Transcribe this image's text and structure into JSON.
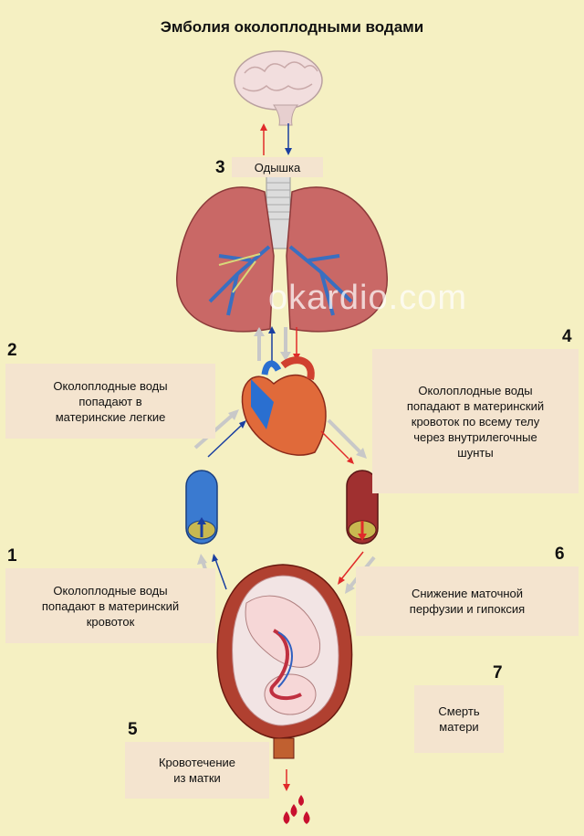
{
  "title": "Эмболия околоплодными водами",
  "watermark": "okardio.com",
  "steps": [
    {
      "number": "1",
      "text": "Околоплодные воды попадают в материнский кровоток"
    },
    {
      "number": "2",
      "text": "Околоплодные воды попадают в материнские легкие"
    },
    {
      "number": "3",
      "text": "Одышка"
    },
    {
      "number": "4",
      "text": "Околоплодные воды попадают в материнский кровоток по всему телу через внутрилегочные шунты"
    },
    {
      "number": "5",
      "text": "Кровотечение из матки"
    },
    {
      "number": "6",
      "text": "Снижение маточной перфузии и гипоксия"
    },
    {
      "number": "7",
      "text": "Смерть матери"
    }
  ],
  "colors": {
    "background": "#f5f0c2",
    "box": "#f4e4cf",
    "artery": "#e02a2a",
    "vein": "#1a3fa0",
    "flow_gray": "#c8c8c8"
  },
  "icons": [
    "brain-icon",
    "lungs-icon",
    "heart-icon",
    "vein-vessel-icon",
    "artery-vessel-icon",
    "uterus-fetus-icon",
    "blood-drops-icon"
  ]
}
